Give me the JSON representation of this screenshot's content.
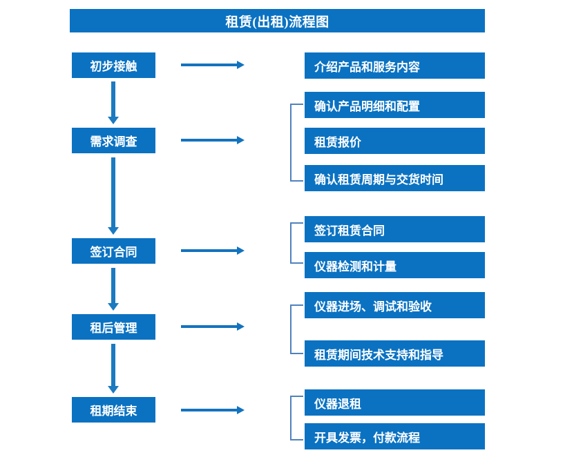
{
  "diagram": {
    "title": "租赁(出租)流程图",
    "colors": {
      "box_fill": "#0B72C2",
      "box_text": "#FFFFFF",
      "arrow": "#1373BE",
      "bracket": "#4F81BD",
      "background": "#FFFFFF"
    },
    "stages": [
      {
        "id": "stage-1",
        "label": "初步接触"
      },
      {
        "id": "stage-2",
        "label": "需求调查"
      },
      {
        "id": "stage-3",
        "label": "签订合同"
      },
      {
        "id": "stage-4",
        "label": "租后管理"
      },
      {
        "id": "stage-5",
        "label": "租期结束"
      }
    ],
    "groups": [
      {
        "stage": "初步接触",
        "bracketed": false,
        "details": [
          {
            "label": "介绍产品和服务内容"
          }
        ]
      },
      {
        "stage": "需求调查",
        "bracketed": true,
        "details": [
          {
            "label": "确认产品明细和配置"
          },
          {
            "label": "租赁报价"
          },
          {
            "label": "确认租赁周期与交货时间"
          }
        ]
      },
      {
        "stage": "签订合同",
        "bracketed": true,
        "details": [
          {
            "label": "签订租赁合同"
          },
          {
            "label": "仪器检测和计量"
          }
        ]
      },
      {
        "stage": "租后管理",
        "bracketed": true,
        "details": [
          {
            "label": "仪器进场、调试和验收"
          },
          {
            "label": "租赁期间技术支持和指导"
          }
        ]
      },
      {
        "stage": "租期结束",
        "bracketed": true,
        "details": [
          {
            "label": "仪器退租"
          },
          {
            "label": "开具发票，付款流程"
          }
        ]
      }
    ],
    "connectors": {
      "stage_to_stage_arrow": "down-arrow",
      "stage_to_group_arrow": "right-arrow",
      "group_marker": "left-bracket"
    }
  }
}
